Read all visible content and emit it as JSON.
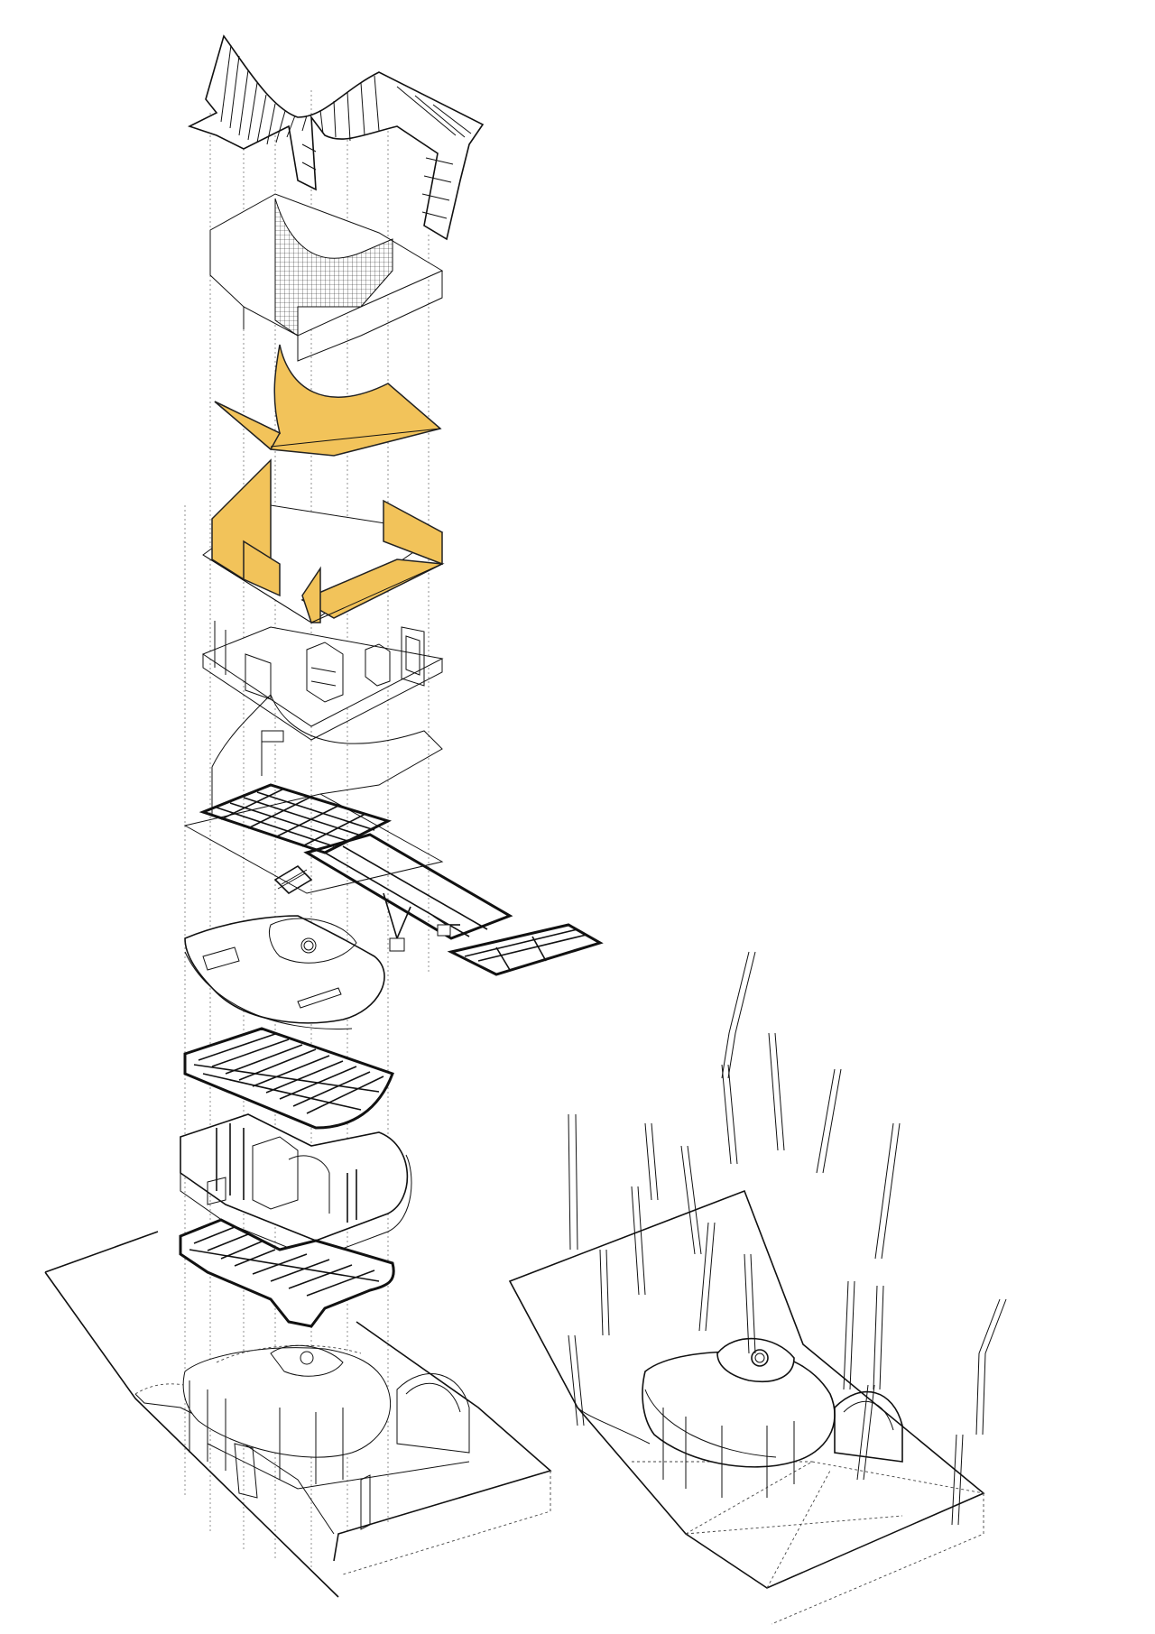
{
  "diagram": {
    "type": "exploded axonometric",
    "layers": [
      {
        "id": "roof-cladding",
        "kind": "hatched"
      },
      {
        "id": "roof-frame-mesh",
        "kind": "mesh"
      },
      {
        "id": "roof-insulation",
        "kind": "highlight"
      },
      {
        "id": "wall-insulation",
        "kind": "highlight"
      },
      {
        "id": "upper-furniture",
        "kind": "wireframe"
      },
      {
        "id": "steel-frame-bridge",
        "kind": "structure"
      },
      {
        "id": "ground-floor-slab",
        "kind": "outline"
      },
      {
        "id": "floor-joists",
        "kind": "structure"
      },
      {
        "id": "lower-interior-walls",
        "kind": "wireframe"
      },
      {
        "id": "foundation-grid",
        "kind": "structure"
      },
      {
        "id": "site-terrain",
        "kind": "site"
      }
    ],
    "colors": {
      "highlight": "#f2c35a",
      "line": "#111111",
      "projection": "#777777",
      "background": "#ffffff"
    }
  }
}
